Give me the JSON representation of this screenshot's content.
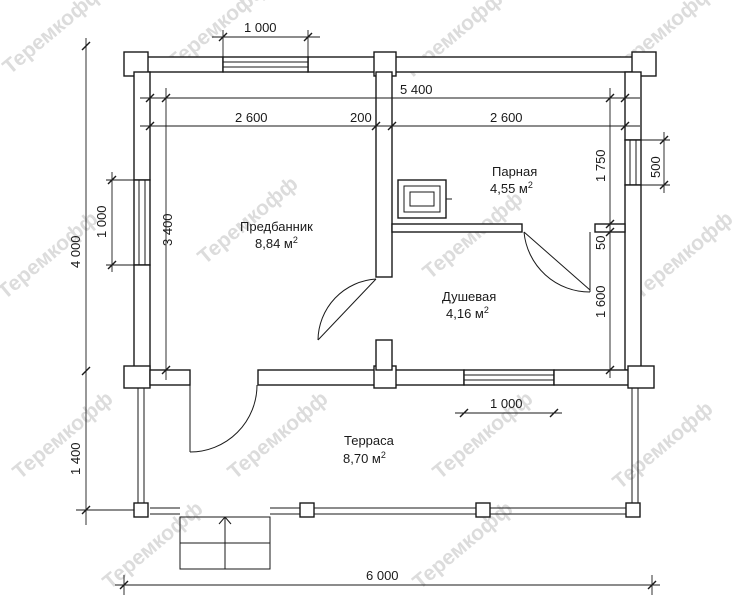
{
  "watermark": "Теремкофф",
  "rooms": {
    "predbannik": {
      "name": "Предбанник",
      "area": "8,84 м",
      "sup": "2"
    },
    "parnaya": {
      "name": "Парная",
      "area": "4,55 м",
      "sup": "2"
    },
    "dushevaya": {
      "name": "Душевая",
      "area": "4,16 м",
      "sup": "2"
    },
    "terrasa": {
      "name": "Терраса",
      "area": "8,70 м",
      "sup": "2"
    }
  },
  "dimensions": {
    "top_window": "1 000",
    "overall_inner": "5 400",
    "left_room": "2 600",
    "partition": "200",
    "right_room": "2 600",
    "overall_width": "6 000",
    "overall_depth": "4 000",
    "left_window": "1 000",
    "left_room_depth": "3 400",
    "terrace_depth": "1 400",
    "steam_room_depth": "1 750",
    "right_window": "500",
    "partition_wall": "50",
    "shower_depth": "1 600",
    "bottom_window": "1 000"
  }
}
